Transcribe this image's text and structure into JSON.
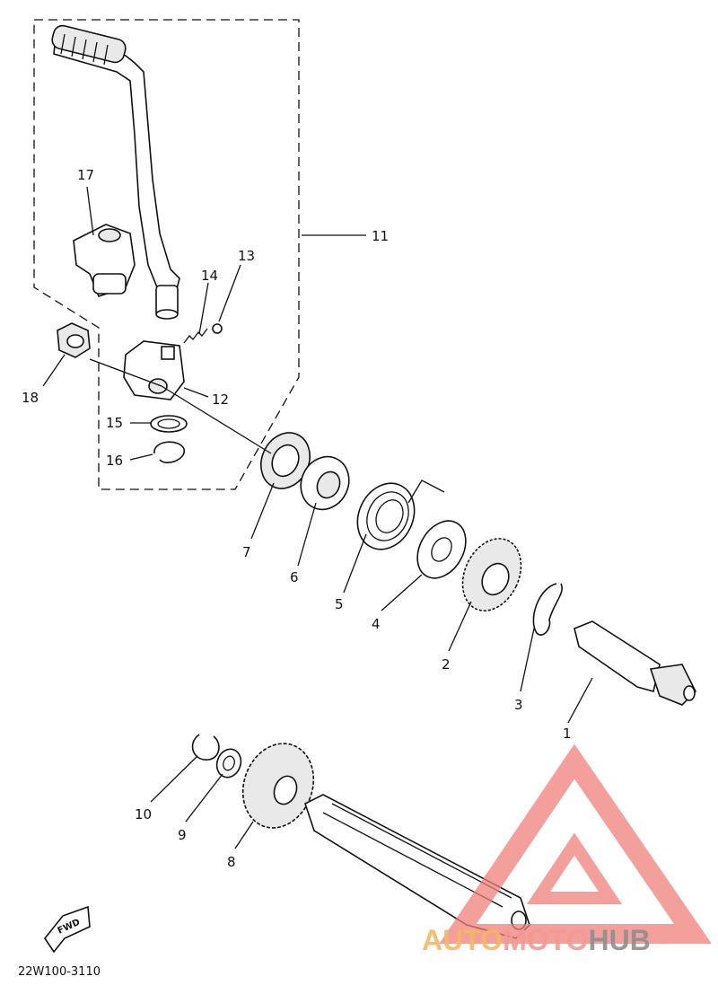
{
  "diagram": {
    "callouts": [
      {
        "id": "p1",
        "label": "1"
      },
      {
        "id": "p2",
        "label": "2"
      },
      {
        "id": "p3",
        "label": "3"
      },
      {
        "id": "p4",
        "label": "4"
      },
      {
        "id": "p5",
        "label": "5"
      },
      {
        "id": "p6",
        "label": "6"
      },
      {
        "id": "p7",
        "label": "7"
      },
      {
        "id": "p8",
        "label": "8"
      },
      {
        "id": "p9",
        "label": "9"
      },
      {
        "id": "p10",
        "label": "10"
      },
      {
        "id": "p11",
        "label": "11"
      },
      {
        "id": "p12",
        "label": "12"
      },
      {
        "id": "p13",
        "label": "13"
      },
      {
        "id": "p14",
        "label": "14"
      },
      {
        "id": "p15",
        "label": "15"
      },
      {
        "id": "p16",
        "label": "16"
      },
      {
        "id": "p17",
        "label": "17"
      },
      {
        "id": "p18",
        "label": "18"
      }
    ],
    "direction_marker": "FWD",
    "drawing_code": "22W100-3110"
  },
  "watermark": {
    "part1": "AUTO",
    "part2": "MOTO",
    "part3": "HUB",
    "colors": {
      "auto": "#f5b866",
      "moto": "#f29a93",
      "hub": "#8f8f8f",
      "logo": "#f07f7a"
    }
  }
}
